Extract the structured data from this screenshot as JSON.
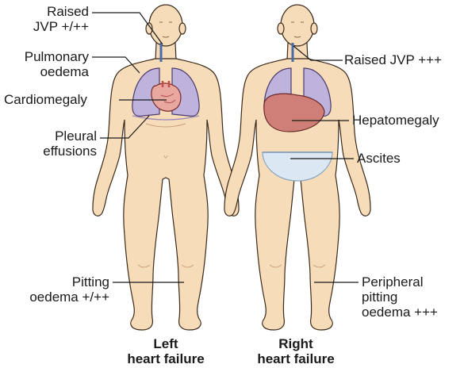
{
  "left_figure": {
    "labels": {
      "raised_jvp": [
        "Raised",
        "JVP +/++"
      ],
      "pulmonary_oedema": [
        "Pulmonary",
        "oedema"
      ],
      "cardiomegaly": [
        "Cardiomegaly"
      ],
      "pleural_effusions": [
        "Pleural",
        "effusions"
      ],
      "pitting_oedema": [
        "Pitting",
        "oedema +/++"
      ]
    },
    "caption": [
      "Left",
      "heart failure"
    ]
  },
  "right_figure": {
    "labels": {
      "raised_jvp": [
        "Raised JVP +++"
      ],
      "hepatomegaly": [
        "Hepatomegaly"
      ],
      "ascites": [
        "Ascites"
      ],
      "peripheral_pitting_oedema": [
        "Peripheral",
        "pitting",
        "oedema +++"
      ]
    },
    "caption": [
      "Right",
      "heart failure"
    ]
  },
  "colors": {
    "skin": "#f7dcba",
    "skin_outline": "#3a2a1a",
    "lung": "#bdb3dc",
    "heart": "#e8a8a0",
    "liver": "#cf7f77",
    "ascites": "#dbe8f3",
    "leader_line": "#1a1a1a"
  }
}
